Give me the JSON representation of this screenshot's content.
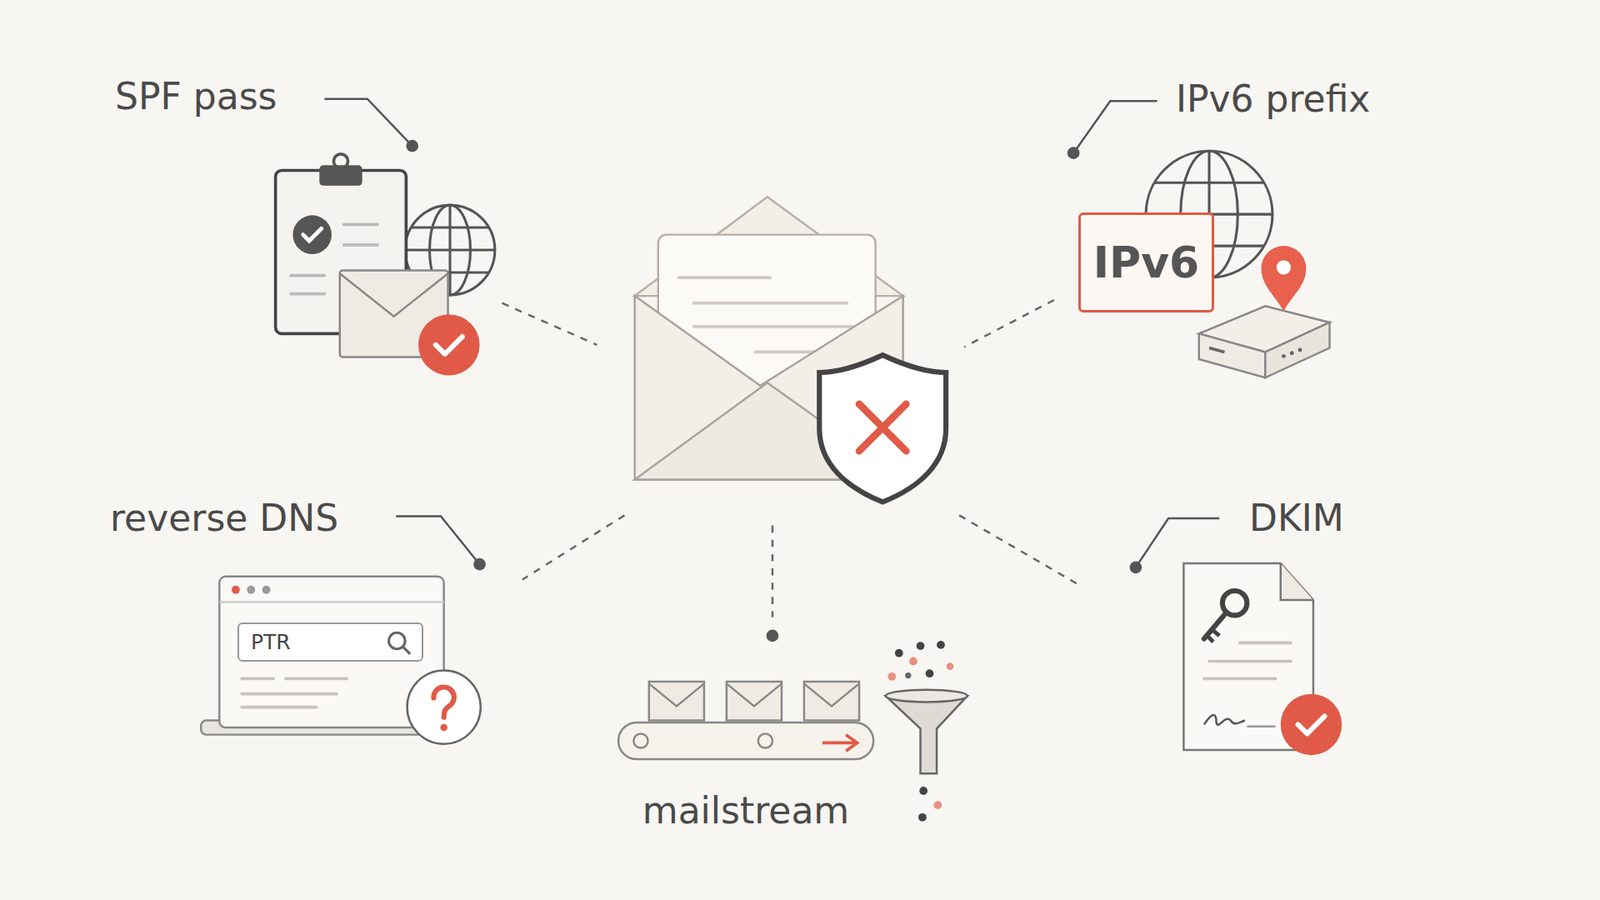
{
  "diagram": {
    "nodes": [
      {
        "text": [
          "IPv6"
        ]
      },
      {
        "text": [
          "PTR"
        ]
      }
    ],
    "labels": [
      "SPF pass",
      "IPv6 prefix",
      "reverse DNS",
      "DKIM",
      "mailstream"
    ]
  }
}
